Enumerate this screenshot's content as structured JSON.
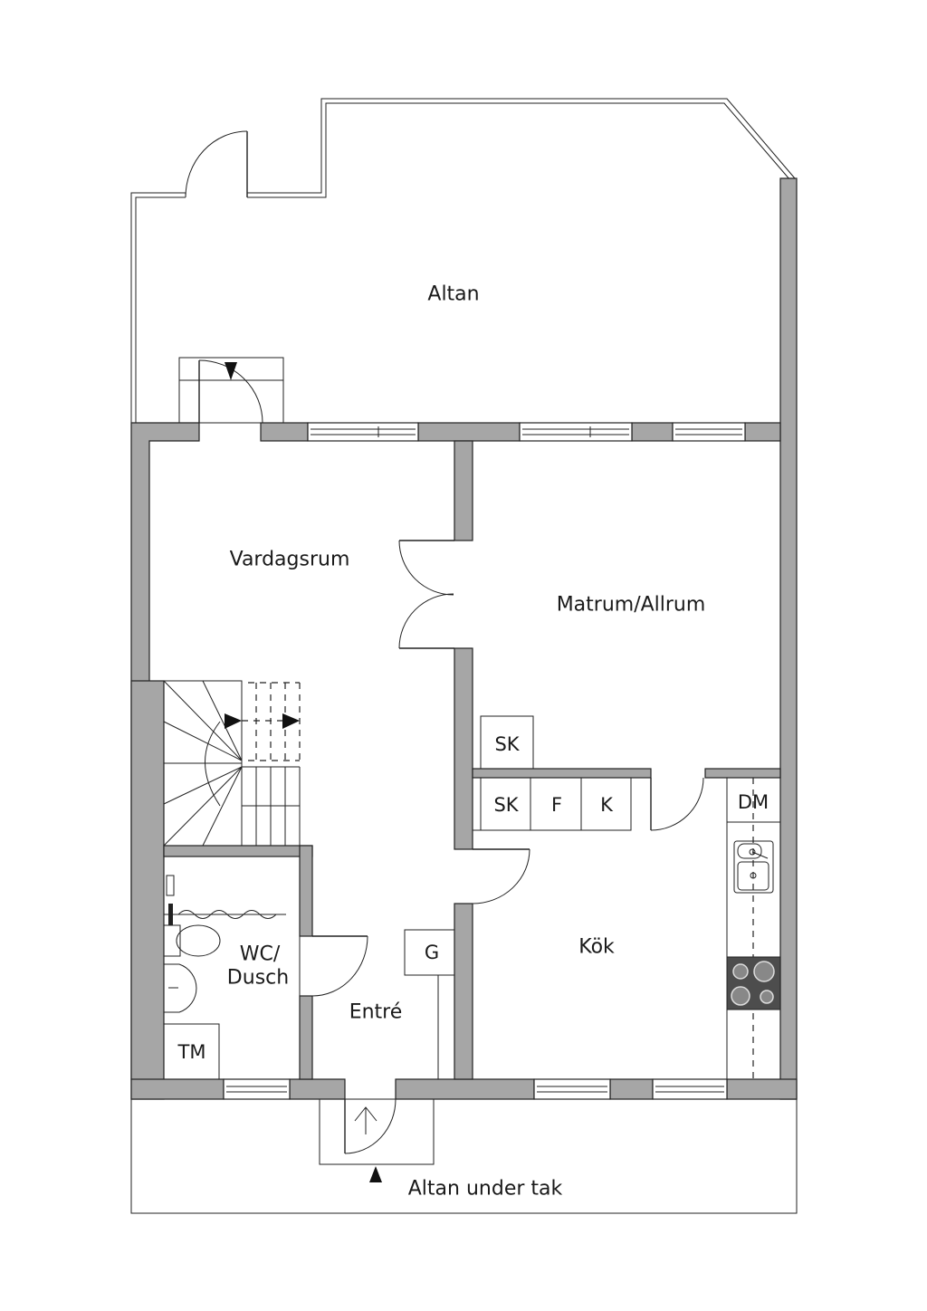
{
  "plan": {
    "rooms": [
      {
        "id": "altan",
        "label": "Altan"
      },
      {
        "id": "vardagsrum",
        "label": "Vardagsrum"
      },
      {
        "id": "matrum",
        "label": "Matrum/Allrum"
      },
      {
        "id": "kok",
        "label": "Kök"
      },
      {
        "id": "wc",
        "label_line1": "WC/",
        "label_line2": "Dusch"
      },
      {
        "id": "entre",
        "label": "Entré"
      },
      {
        "id": "altan_under_tak",
        "label": "Altan under tak"
      }
    ],
    "fixtures": {
      "sk_matrum": "SK",
      "sk_kok": "SK",
      "f": "F",
      "k": "K",
      "dm": "DM",
      "g": "G",
      "tm": "TM"
    },
    "colors": {
      "wall": "#a6a6a6",
      "line": "#222222",
      "stove": "#4d4d4d"
    }
  }
}
